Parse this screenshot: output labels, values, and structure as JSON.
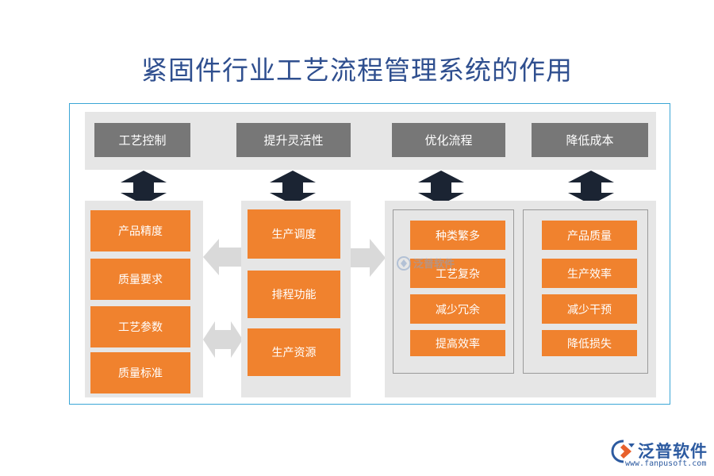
{
  "title": "紧固件行业工艺流程管理系统的作用",
  "top_labels": [
    "工艺控制",
    "提升灵活性",
    "优化流程",
    "降低成本"
  ],
  "left_column": [
    "产品精度",
    "质量要求",
    "工艺参数",
    "质量标准"
  ],
  "middle_column": [
    "生产调度",
    "排程功能",
    "生产资源"
  ],
  "right_group_1": [
    "种类繁多",
    "工艺复杂",
    "减少冗余",
    "提高效率"
  ],
  "right_group_2": [
    "产品质量",
    "生产效率",
    "减少干预",
    "降低损失"
  ],
  "watermark": "泛普软件",
  "logo": {
    "name": "泛普软件",
    "url": "www.fanpusoft.com"
  },
  "colors": {
    "title": "#2f4f8f",
    "header_box": "#777777",
    "orange_box": "#f0822e",
    "panel": "#e6e6e6",
    "frame": "#3ba6d6",
    "dark_arrow": "#1b2433",
    "light_arrow": "#d9d9d9",
    "brand": "#2c5aa0"
  }
}
